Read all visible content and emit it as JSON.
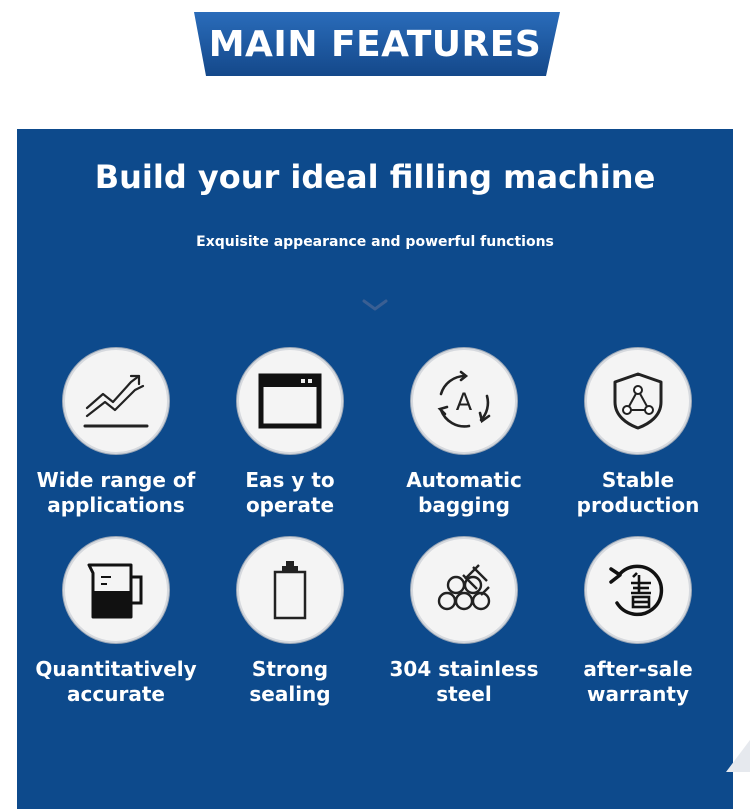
{
  "banner": {
    "title": "MAIN FEATURES"
  },
  "panel": {
    "headline": "Build your ideal filling machine",
    "subheadline": "Exquisite appearance and powerful functions"
  },
  "colors": {
    "brand_blue": "#0d4a8c",
    "banner_blue": "#1d5aa6",
    "icon_dark": "#111111"
  },
  "features": [
    {
      "line1": "Wide range of",
      "line2": "applications",
      "icon": "trend-chart-icon"
    },
    {
      "line1": "Eas y to",
      "line2": "operate",
      "icon": "window-icon"
    },
    {
      "line1": "Automatic",
      "line2": "bagging",
      "icon": "auto-cycle-icon"
    },
    {
      "line1": "Stable",
      "line2": "production",
      "icon": "shield-network-icon"
    },
    {
      "line1": "Quantitatively",
      "line2": "accurate",
      "icon": "measuring-jug-icon"
    },
    {
      "line1": "Strong",
      "line2": "sealing",
      "icon": "sealed-bag-icon"
    },
    {
      "line1": "304 stainless",
      "line2": "steel",
      "icon": "steel-pipes-icon"
    },
    {
      "line1": "after-sale",
      "line2": "warranty",
      "icon": "after-sale-icon"
    }
  ]
}
